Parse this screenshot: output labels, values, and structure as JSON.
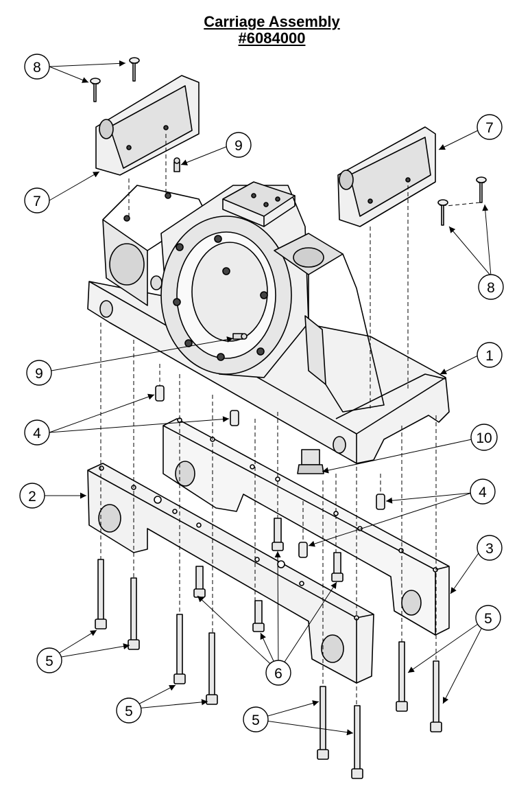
{
  "title": {
    "line1": "Carriage Assembly ",
    "line2": "#6084000"
  },
  "callouts": [
    "8",
    "7",
    "9",
    "7",
    "8",
    "1",
    "9",
    "4",
    "10",
    "2",
    "4",
    "3",
    "5",
    "6",
    "5",
    "5",
    "5"
  ]
}
